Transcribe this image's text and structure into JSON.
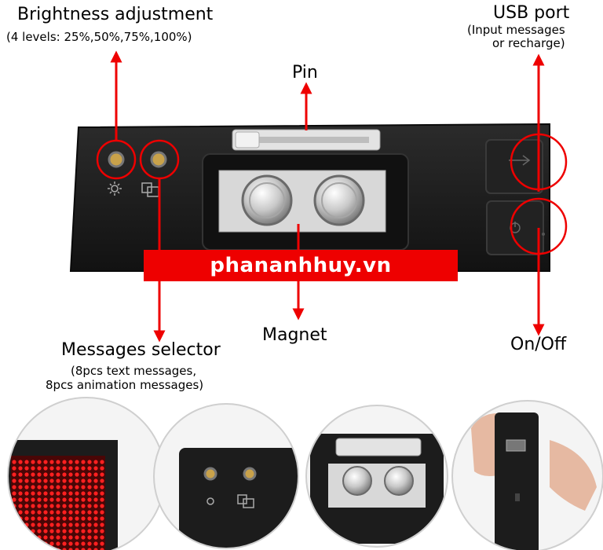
{
  "labels": {
    "brightness_title": "Brightness adjustment",
    "brightness_sub": "(4 levels: 25%,50%,75%,100%)",
    "usb_title": "USB port",
    "usb_sub_1": "(Input messages",
    "usb_sub_2": "or recharge)",
    "pin": "Pin",
    "magnet": "Magnet",
    "onoff": "On/Off",
    "messages_title": "Messages selector",
    "messages_sub_1": "(8pcs text messages,",
    "messages_sub_2": "8pcs animation messages)"
  },
  "banner": "phananhhuy.vn",
  "colors": {
    "accent": "#ee0000",
    "device": "#1c1c1c",
    "magnet_plate": "#d8d8d8"
  },
  "icons": [
    "brightness-sun-icon",
    "message-select-icon",
    "usb-icon",
    "power-icon"
  ]
}
